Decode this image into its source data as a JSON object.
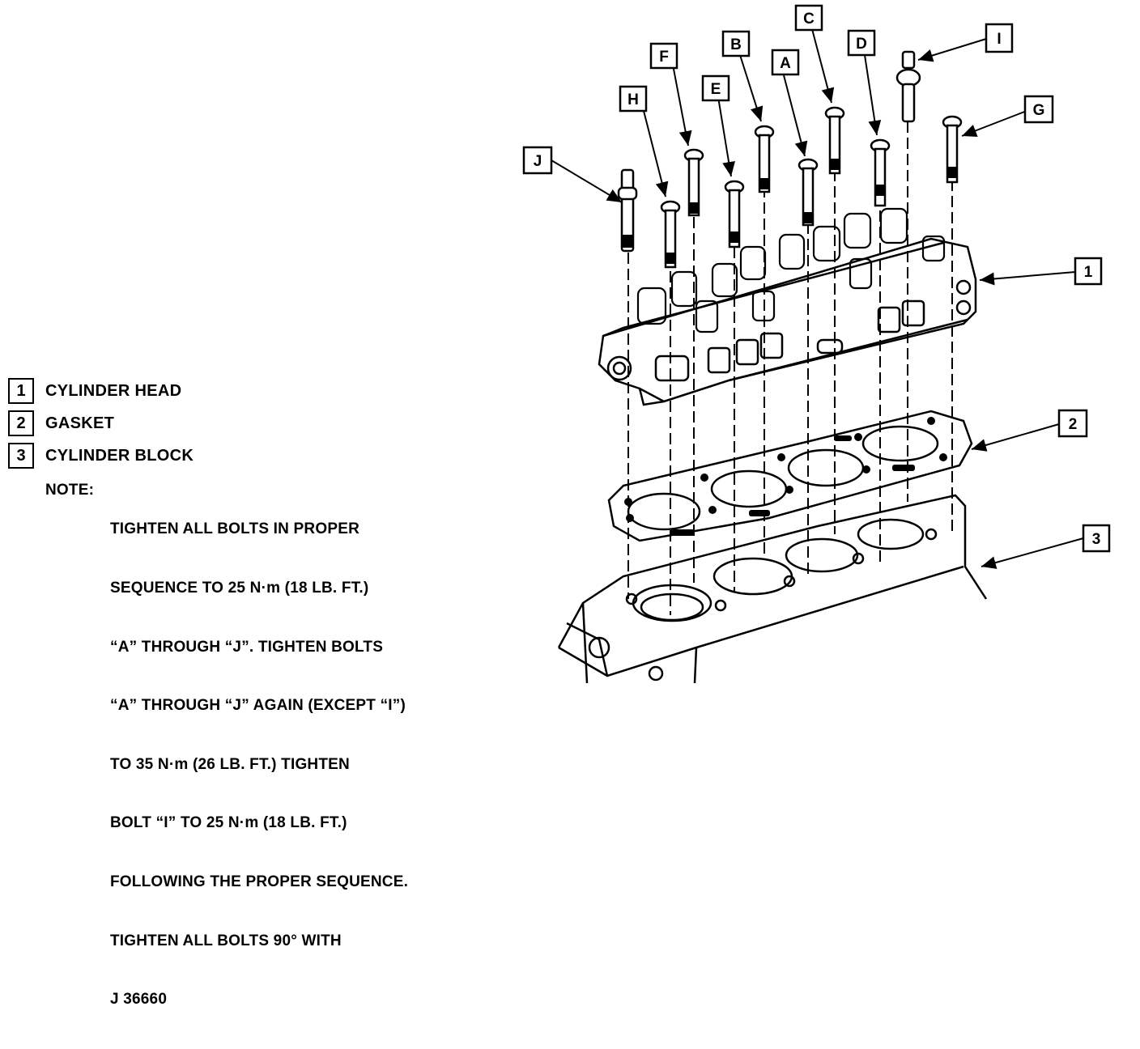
{
  "callouts": {
    "A": "A",
    "B": "B",
    "C": "C",
    "D": "D",
    "E": "E",
    "F": "F",
    "G": "G",
    "H": "H",
    "I": "I",
    "J": "J",
    "n1": "1",
    "n2": "2",
    "n3": "3"
  },
  "legend": [
    {
      "num": "1",
      "label": "CYLINDER HEAD"
    },
    {
      "num": "2",
      "label": "GASKET"
    },
    {
      "num": "3",
      "label": "CYLINDER BLOCK"
    }
  ],
  "note": {
    "label": "NOTE:",
    "lines": [
      "TIGHTEN ALL BOLTS IN PROPER",
      "SEQUENCE TO 25 N·m (18 LB. FT.)",
      "“A” THROUGH “J”. TIGHTEN BOLTS",
      "“A” THROUGH “J” AGAIN (EXCEPT “I”)",
      "TO 35 N·m (26 LB. FT.) TIGHTEN",
      "BOLT “I” TO 25 N·m (18 LB. FT.)",
      "FOLLOWING THE PROPER SEQUENCE.",
      "TIGHTEN ALL BOLTS 90° WITH",
      "J 36660"
    ]
  }
}
